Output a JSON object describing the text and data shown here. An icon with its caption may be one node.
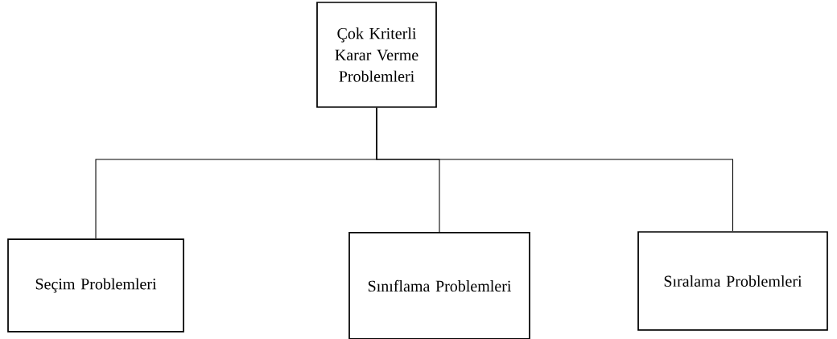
{
  "diagram": {
    "nodes": [
      {
        "text": [
          "Çok Kriterli Karar Verme Problemleri"
        ]
      },
      {
        "text": [
          "Seçim Problemleri"
        ]
      },
      {
        "text": [
          "Sınıflama Problemleri"
        ]
      },
      {
        "text": [
          "Sıralama Problemleri"
        ]
      }
    ],
    "edges": [
      {
        "from": 0,
        "to": 1,
        "arrow": "none"
      },
      {
        "from": 0,
        "to": 2,
        "arrow": "none"
      },
      {
        "from": 0,
        "to": 3,
        "arrow": "none"
      }
    ]
  }
}
